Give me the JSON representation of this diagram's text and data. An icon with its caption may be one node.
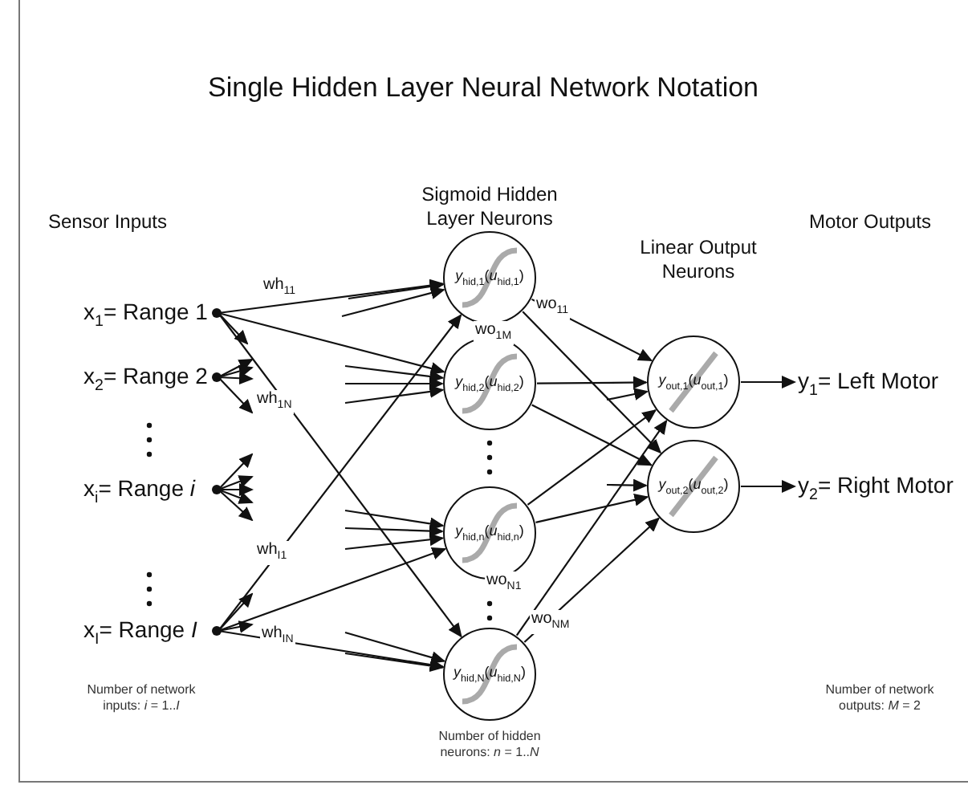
{
  "diagram": {
    "title": "Single Hidden Layer Neural Network Notation",
    "nodes": [
      {
        "text": [
          "x$_{1}$= Range 1"
        ]
      },
      {
        "text": [
          "x$_{2}$= Range 2"
        ]
      },
      {
        "text": [
          "x$_{i}$= Range *i*"
        ]
      },
      {
        "text": [
          "x$_{I}$= Range *I*"
        ]
      },
      {
        "text": [
          "*y*$_{hid,1}$(*u*$_{hid,1}$)"
        ]
      },
      {
        "text": [
          "*y*$_{hid,2}$(*u*$_{hid,2}$)"
        ]
      },
      {
        "text": [
          "*y*$_{hid,n}$(*u*$_{hid,n}$)"
        ]
      },
      {
        "text": [
          "*y*$_{hid,N}$(*u*$_{hid,N}$)"
        ]
      },
      {
        "text": [
          "*y*$_{out,1}$(*u*$_{out,1}$)"
        ]
      },
      {
        "text": [
          "*y*$_{out,2}$(*u*$_{out,2}$)"
        ]
      },
      {
        "text": [
          "y$_{1}$= Left Motor"
        ]
      },
      {
        "text": [
          "y$_{2}$= Right Motor"
        ]
      }
    ],
    "edges": [
      {
        "from": 0,
        "to": 4,
        "arrow": "to",
        "label": "wh$_{11}$"
      },
      {
        "from": 0,
        "to": 5,
        "arrow": "to"
      },
      {
        "from": 0,
        "to": 7,
        "arrow": "to",
        "label": "wh$_{1N}$"
      },
      {
        "from": 0,
        "to": null,
        "arrow": "to"
      },
      {
        "from": 1,
        "to": null,
        "arrow": "to"
      },
      {
        "from": 1,
        "to": null,
        "arrow": "to"
      },
      {
        "from": 1,
        "to": null,
        "arrow": "to"
      },
      {
        "from": 1,
        "to": null,
        "arrow": "to"
      },
      {
        "from": 2,
        "to": null,
        "arrow": "to"
      },
      {
        "from": 2,
        "to": null,
        "arrow": "to"
      },
      {
        "from": 2,
        "to": null,
        "arrow": "to"
      },
      {
        "from": 2,
        "to": null,
        "arrow": "to"
      },
      {
        "from": 2,
        "to": null,
        "arrow": "to"
      },
      {
        "from": 3,
        "to": 4,
        "arrow": "to",
        "label": "wh$_{I1}$"
      },
      {
        "from": 3,
        "to": 6,
        "arrow": "to"
      },
      {
        "from": 3,
        "to": 7,
        "arrow": "to",
        "label": "wh$_{IN}$"
      },
      {
        "from": 3,
        "to": null,
        "arrow": "to"
      },
      {
        "from": 3,
        "to": null,
        "arrow": "to"
      },
      {
        "from": null,
        "to": 4,
        "arrow": "to"
      },
      {
        "from": null,
        "to": 4,
        "arrow": "to"
      },
      {
        "from": null,
        "to": 5,
        "arrow": "to"
      },
      {
        "from": null,
        "to": 5,
        "arrow": "to"
      },
      {
        "from": null,
        "to": 5,
        "arrow": "to"
      },
      {
        "from": null,
        "to": 6,
        "arrow": "to"
      },
      {
        "from": null,
        "to": 6,
        "arrow": "to"
      },
      {
        "from": null,
        "to": 6,
        "arrow": "to"
      },
      {
        "from": null,
        "to": 7,
        "arrow": "to"
      },
      {
        "from": null,
        "to": 7,
        "arrow": "to"
      },
      {
        "from": 4,
        "to": 8,
        "arrow": "to",
        "label": "wo$_{11}$"
      },
      {
        "from": 4,
        "to": 9,
        "arrow": "to",
        "label": "wo$_{1M}$"
      },
      {
        "from": 5,
        "to": 8,
        "arrow": "to"
      },
      {
        "from": 5,
        "to": 9,
        "arrow": "to"
      },
      {
        "from": 6,
        "to": 8,
        "arrow": "to"
      },
      {
        "from": 6,
        "to": 9,
        "arrow": "to"
      },
      {
        "from": 7,
        "to": 8,
        "arrow": "to",
        "label": "wo$_{N1}$"
      },
      {
        "from": 7,
        "to": 9,
        "arrow": "to",
        "label": "wo$_{NM}$"
      },
      {
        "from": null,
        "to": 8,
        "arrow": "to"
      },
      {
        "from": null,
        "to": 9,
        "arrow": "to"
      },
      {
        "from": 8,
        "to": 10,
        "arrow": "to"
      },
      {
        "from": 9,
        "to": 11,
        "arrow": "to"
      }
    ],
    "labels": [
      "Sensor Inputs",
      "Sigmoid Hidden Layer Neurons",
      "Linear Output Neurons",
      "Motor Outputs",
      "Number of network inputs: *i* = 1..*I*",
      "Number of hidden neurons: *n* = 1..*N*",
      "Number of network outputs: *M* = 2"
    ]
  }
}
